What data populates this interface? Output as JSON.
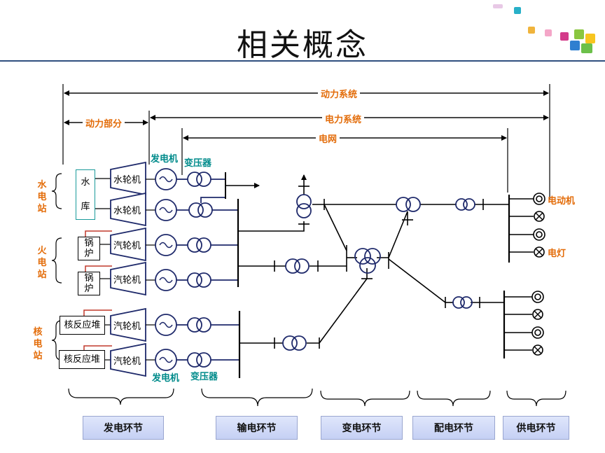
{
  "title": "相关概念",
  "spans": {
    "power_system": "动力系统",
    "power_part": "动力部分",
    "electric_system": "电力系统",
    "grid": "电网"
  },
  "labels": {
    "generator_top": "发电机",
    "transformer_top": "变压器",
    "generator_bottom": "发电机",
    "transformer_bottom": "变压器",
    "motor": "电动机",
    "lamp": "电灯"
  },
  "plants": {
    "hydro": "水电站",
    "thermal": "火电站",
    "nuclear": "核电站"
  },
  "boxes": {
    "reservoir_1": "水",
    "reservoir_2": "库",
    "water_turbine": "水轮机",
    "boiler_1": "锅",
    "boiler_2": "炉",
    "steam_turbine": "汽轮机",
    "reactor": "核反应堆"
  },
  "stages": [
    "发电环节",
    "输电环节",
    "变电环节",
    "配电环节",
    "供电环节"
  ],
  "colors": {
    "orange": "#e36c09",
    "teal": "#008b8b",
    "navy": "#1f2a6b",
    "stage_fill": "#cfd8f7"
  }
}
